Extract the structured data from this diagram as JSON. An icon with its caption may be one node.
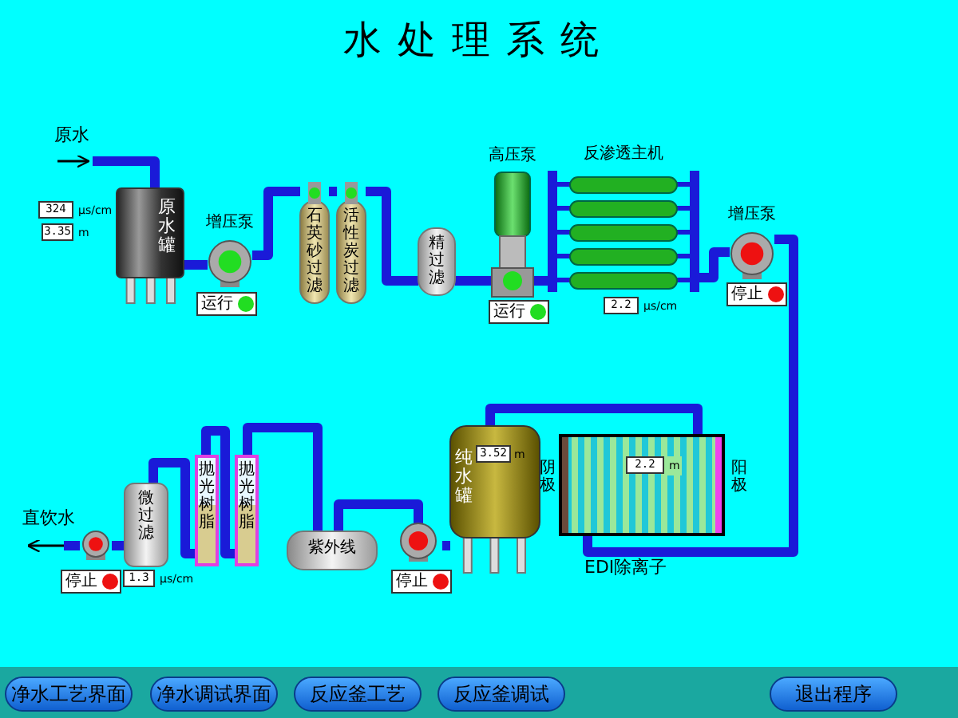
{
  "diagram": {
    "title": "水处理系统",
    "nodes": [
      {
        "text": [
          "原水罐"
        ]
      },
      {
        "text": [
          "增压泵"
        ]
      },
      {
        "text": [
          "石英砂过滤"
        ]
      },
      {
        "text": [
          "活性炭过滤"
        ]
      },
      {
        "text": [
          "精过滤"
        ]
      },
      {
        "text": [
          "高压泵"
        ]
      },
      {
        "text": [
          "反渗透主机"
        ]
      },
      {
        "text": [
          "增压泵"
        ]
      },
      {
        "text": [
          "EDI除离子"
        ],
        "beside": [
          "阴极",
          "阳极"
        ]
      },
      {
        "text": [
          "纯水罐"
        ]
      },
      {
        "text": [],
        "shape": "picture"
      },
      {
        "text": [
          "紫外线"
        ]
      },
      {
        "text": [
          "抛光树脂"
        ]
      },
      {
        "text": [
          "抛光树脂"
        ]
      },
      {
        "text": [
          "微过滤"
        ]
      },
      {
        "text": [],
        "shape": "picture"
      },
      {
        "text": [
          "324"
        ],
        "beside": [
          "μs/cm"
        ]
      },
      {
        "text": [
          "3.35"
        ],
        "beside": [
          "m"
        ]
      },
      {
        "text": [
          "运行"
        ]
      },
      {
        "text": [
          "运行"
        ]
      },
      {
        "text": [
          "2.2"
        ],
        "beside": [
          "μs/cm"
        ]
      },
      {
        "text": [
          "停止"
        ]
      },
      {
        "text": [
          "2.2"
        ],
        "beside": [
          "m"
        ],
        "in": 8
      },
      {
        "text": [
          "3.52"
        ],
        "beside": [
          "m"
        ],
        "in": 9
      },
      {
        "text": [
          "停止"
        ]
      },
      {
        "text": [
          "停止"
        ]
      },
      {
        "text": [
          "1.3"
        ],
        "beside": [
          "μs/cm"
        ]
      },
      {
        "text": [
          "原水"
        ]
      },
      {
        "text": [
          "直饮水"
        ]
      }
    ],
    "edges": [
      {
        "from": 27,
        "to": 0,
        "arrow": "to",
        "color": "#000000"
      },
      {
        "from": 27,
        "to": 0,
        "arrow": "none"
      },
      {
        "from": 0,
        "to": 1,
        "arrow": "none"
      },
      {
        "from": 1,
        "to": 2,
        "arrow": "none"
      },
      {
        "from": 2,
        "to": 3,
        "arrow": "none"
      },
      {
        "from": 3,
        "to": 4,
        "arrow": "none"
      },
      {
        "from": 4,
        "to": 5,
        "arrow": "none"
      },
      {
        "from": 5,
        "to": 6,
        "arrow": "none"
      },
      {
        "from": 6,
        "to": 7,
        "arrow": "none"
      },
      {
        "from": 7,
        "to": 8,
        "arrow": "none"
      },
      {
        "from": 8,
        "to": 9,
        "arrow": "none"
      },
      {
        "from": 9,
        "to": 15,
        "arrow": "none"
      },
      {
        "from": 15,
        "to": 11,
        "arrow": "none"
      },
      {
        "from": 11,
        "to": 13,
        "arrow": "none"
      },
      {
        "from": 13,
        "to": 12,
        "arrow": "none"
      },
      {
        "from": 12,
        "to": 14,
        "arrow": "none"
      },
      {
        "from": 14,
        "to": 10,
        "arrow": "none"
      },
      {
        "from": 10,
        "to": 28,
        "arrow": "none"
      },
      {
        "from": 10,
        "to": 28,
        "arrow": "to",
        "color": "#000000"
      }
    ],
    "labels": [
      "净水工艺界面",
      "净水调试界面",
      "反应釜工艺",
      "反应釜调试",
      "退出程序"
    ]
  }
}
